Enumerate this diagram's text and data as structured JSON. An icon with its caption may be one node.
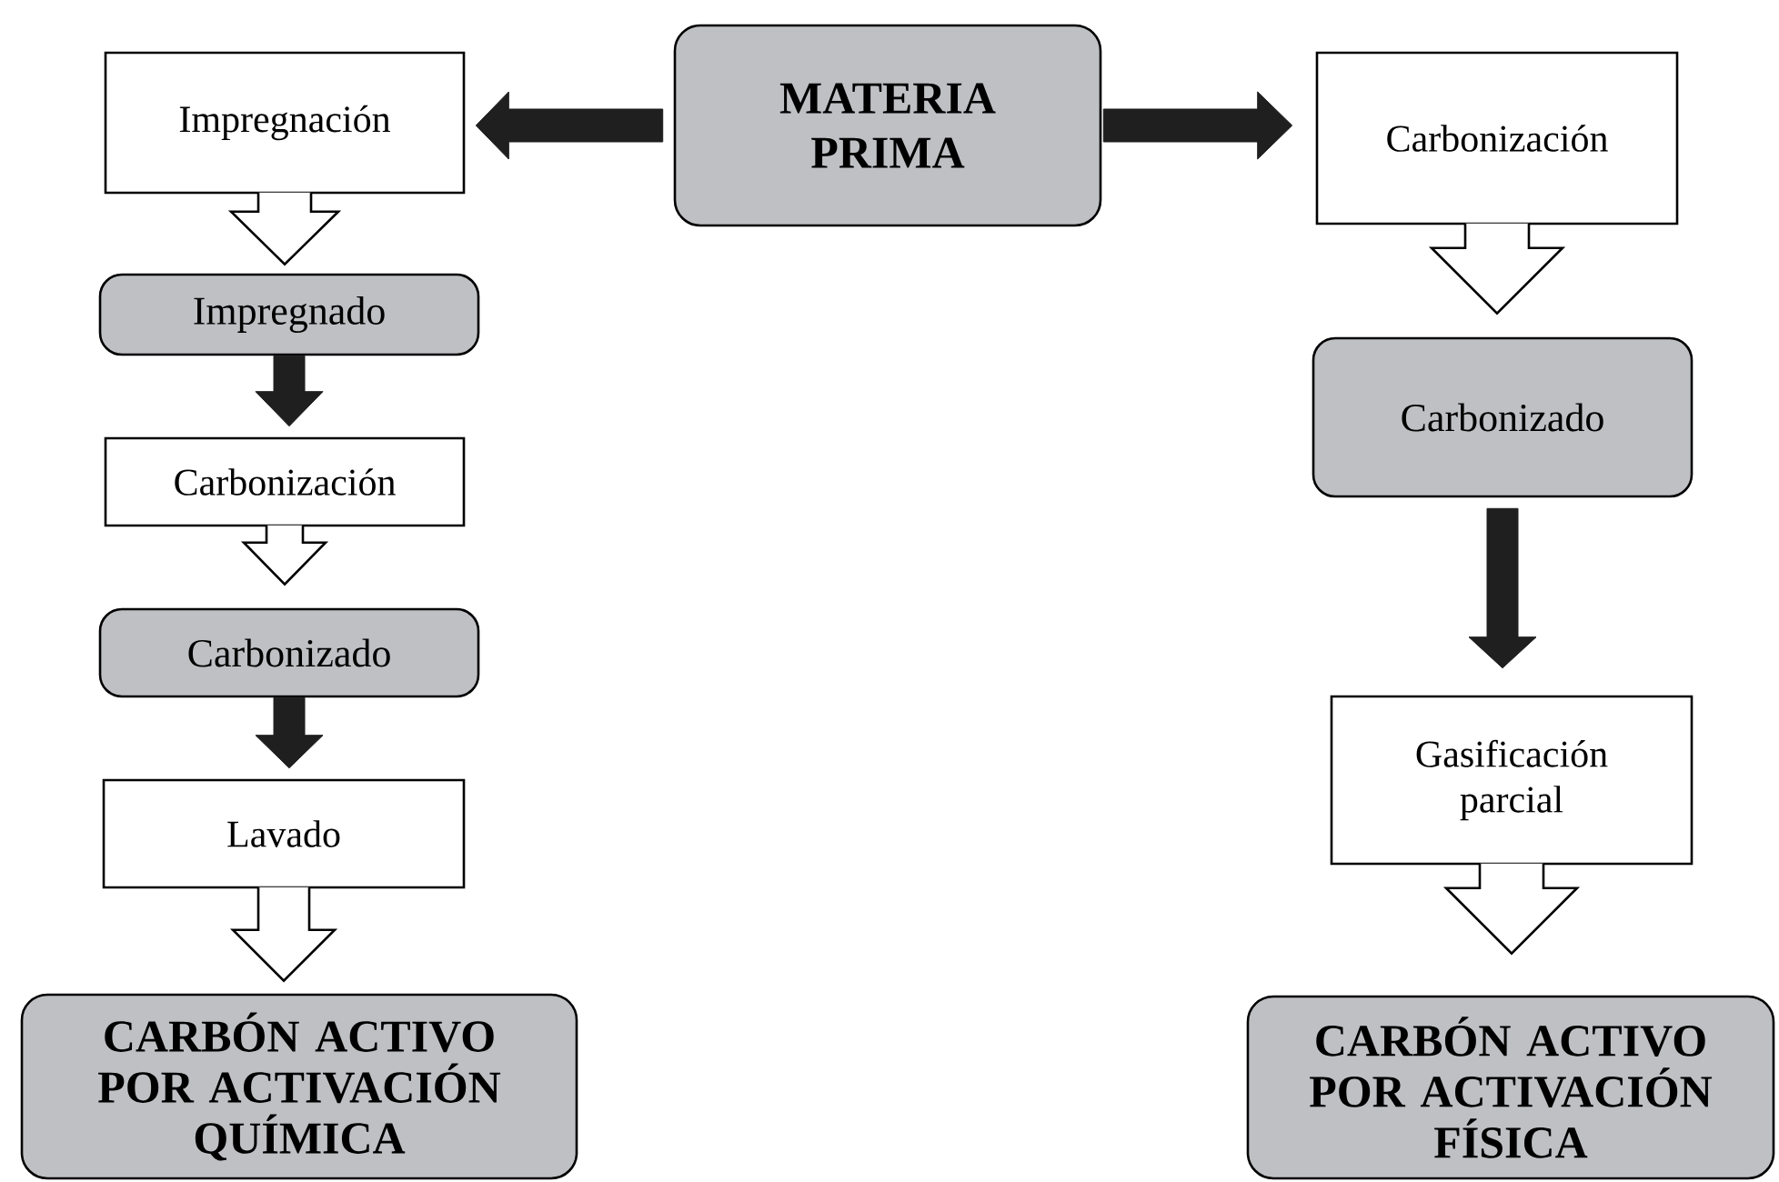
{
  "diagram": {
    "nodes": [
      {
        "text": [
          "MATERIA PRIMA"
        ]
      },
      {
        "text": [
          "Impregnación"
        ]
      },
      {
        "text": [
          "Impregnado"
        ]
      },
      {
        "text": [
          "Carbonización"
        ]
      },
      {
        "text": [
          "Carbonizado"
        ]
      },
      {
        "text": [
          "Lavado"
        ]
      },
      {
        "text": [
          "CARBÓN ACTIVO POR ACTIVACIÓN QUÍMICA"
        ]
      },
      {
        "text": [
          "Carbonización"
        ]
      },
      {
        "text": [
          "Carbonizado"
        ]
      },
      {
        "text": [
          "Gasificación parcial"
        ]
      },
      {
        "text": [
          "CARBÓN ACTIVO POR ACTIVACIÓN FÍSICA"
        ]
      }
    ],
    "edges": [
      {
        "from": 0,
        "to": 1,
        "arrow": "to",
        "style": "thick"
      },
      {
        "from": 1,
        "to": 2,
        "arrow": "to"
      },
      {
        "from": 2,
        "to": 3,
        "arrow": "to",
        "style": "thick"
      },
      {
        "from": 3,
        "to": 4,
        "arrow": "to"
      },
      {
        "from": 4,
        "to": 5,
        "arrow": "to",
        "style": "thick"
      },
      {
        "from": 5,
        "to": 6,
        "arrow": "to"
      },
      {
        "from": 0,
        "to": 7,
        "arrow": "to",
        "style": "thick"
      },
      {
        "from": 7,
        "to": 8,
        "arrow": "to"
      },
      {
        "from": 8,
        "to": 9,
        "arrow": "to",
        "style": "thick"
      },
      {
        "from": 9,
        "to": 10,
        "arrow": "to"
      }
    ]
  }
}
